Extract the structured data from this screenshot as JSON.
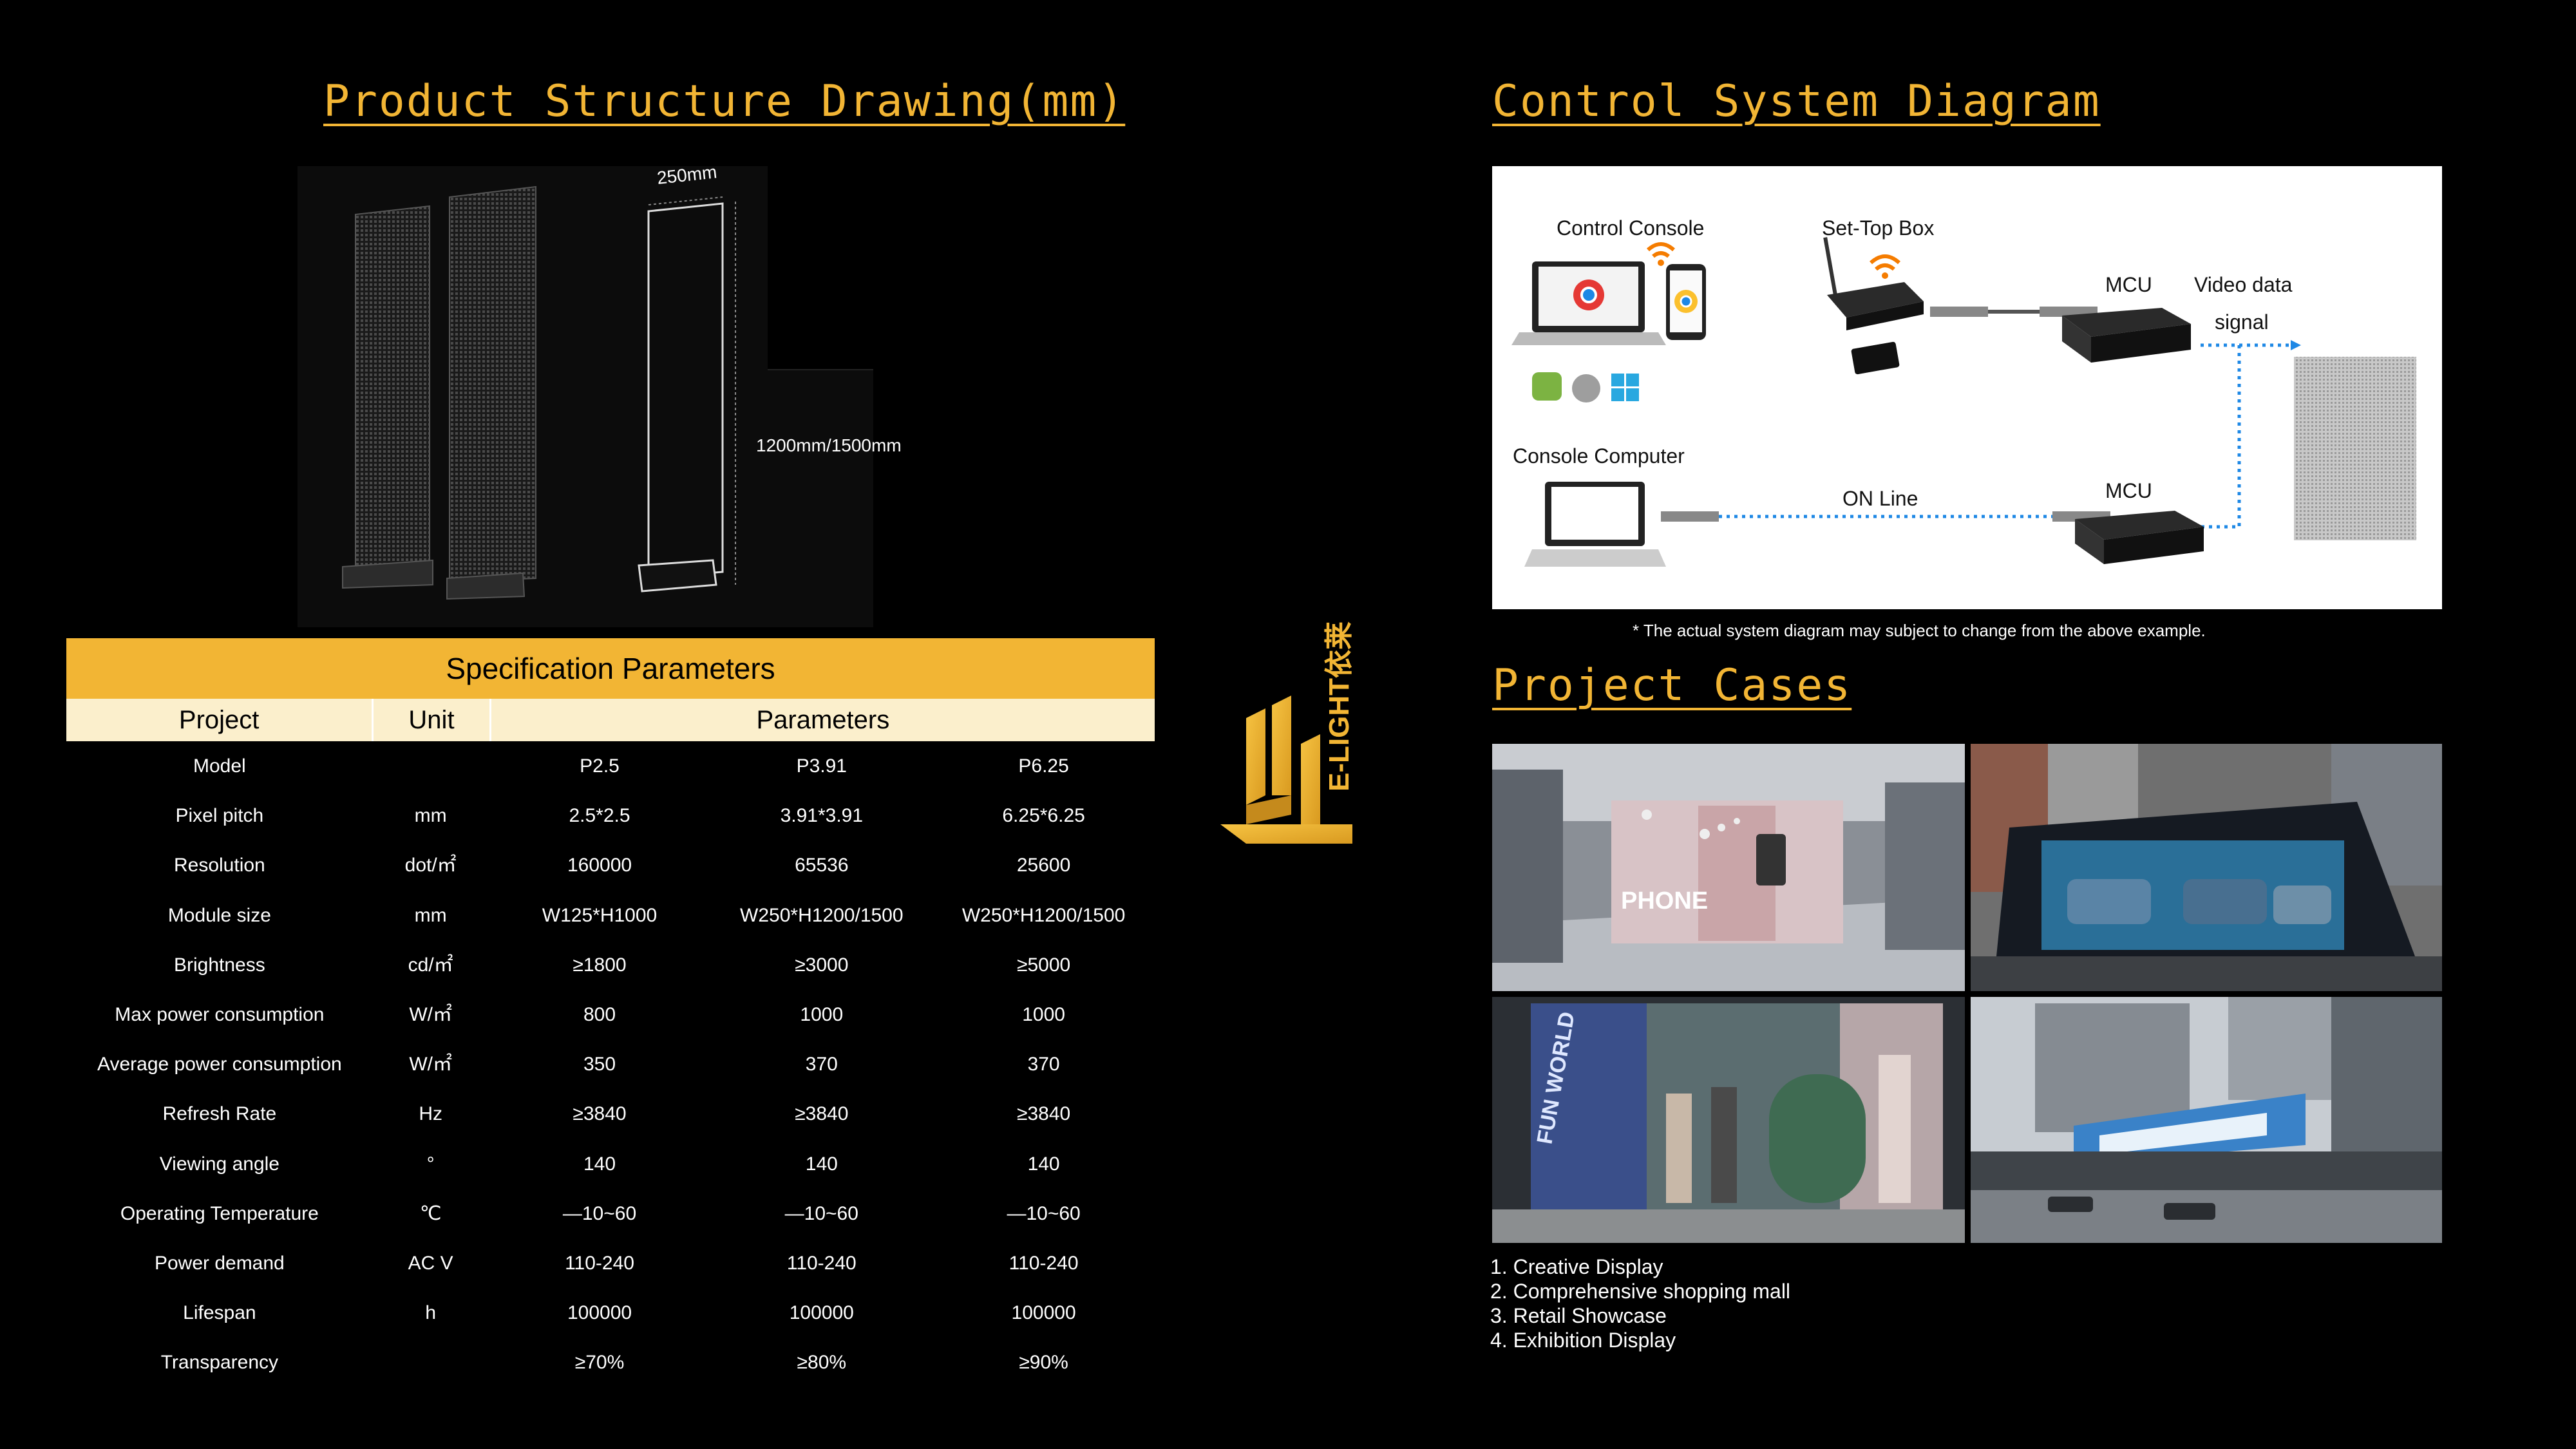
{
  "headings": {
    "structure": "Product Structure Drawing(mm)",
    "control": "Control System Diagram",
    "cases": "Project Cases"
  },
  "drawing": {
    "width_label": "250mm",
    "height_label": "1200mm/1500mm"
  },
  "spec": {
    "title": "Specification Parameters",
    "headers": {
      "project": "Project",
      "unit": "Unit",
      "parameters": "Parameters"
    },
    "rows": [
      {
        "project": "Model",
        "unit": "",
        "p1": "P2.5",
        "p2": "P3.91",
        "p3": "P6.25"
      },
      {
        "project": "Pixel pitch",
        "unit": "mm",
        "p1": "2.5*2.5",
        "p2": "3.91*3.91",
        "p3": "6.25*6.25"
      },
      {
        "project": "Resolution",
        "unit": "dot/㎡",
        "p1": "160000",
        "p2": "65536",
        "p3": "25600"
      },
      {
        "project": "Module size",
        "unit": "mm",
        "p1": "W125*H1000",
        "p2": "W250*H1200/1500",
        "p3": "W250*H1200/1500"
      },
      {
        "project": "Brightness",
        "unit": "cd/㎡",
        "p1": "≥1800",
        "p2": "≥3000",
        "p3": "≥5000"
      },
      {
        "project": "Max power consumption",
        "unit": "W/㎡",
        "p1": "800",
        "p2": "1000",
        "p3": "1000"
      },
      {
        "project": "Average power consumption",
        "unit": "W/㎡",
        "p1": "350",
        "p2": "370",
        "p3": "370"
      },
      {
        "project": "Refresh Rate",
        "unit": "Hz",
        "p1": "≥3840",
        "p2": "≥3840",
        "p3": "≥3840"
      },
      {
        "project": "Viewing angle",
        "unit": "°",
        "p1": "140",
        "p2": "140",
        "p3": "140"
      },
      {
        "project": "Operating Temperature",
        "unit": "℃",
        "p1": "—10~60",
        "p2": "—10~60",
        "p3": "—10~60"
      },
      {
        "project": "Power demand",
        "unit": "AC V",
        "p1": "110-240",
        "p2": "110-240",
        "p3": "110-240"
      },
      {
        "project": "Lifespan",
        "unit": "h",
        "p1": "100000",
        "p2": "100000",
        "p3": "100000"
      },
      {
        "project": "Transparency",
        "unit": "",
        "p1": "≥70%",
        "p2": "≥80%",
        "p3": "≥90%"
      }
    ]
  },
  "logo": {
    "text": "E-LIGHT依莱",
    "color": "#f2b534"
  },
  "control": {
    "labels": {
      "control_console": "Control Console",
      "set_top_box": "Set-Top Box",
      "mcu_top": "MCU",
      "video_data": "Video data",
      "signal": "signal",
      "console_computer": "Console Computer",
      "on_line": "ON Line",
      "mcu_bottom": "MCU"
    },
    "note": "* The actual system diagram may subject to change from the above example."
  },
  "cases": {
    "items": [
      "1. Creative Display",
      "2. Comprehensive shopping mall",
      "3. Retail Showcase",
      "4. Exhibition Display"
    ],
    "photo_text": {
      "phone": "PHONE",
      "fun": "FUN WORLD"
    }
  },
  "colors": {
    "accent": "#f2b534",
    "header_bg": "#fbefcc",
    "background": "#000000"
  }
}
